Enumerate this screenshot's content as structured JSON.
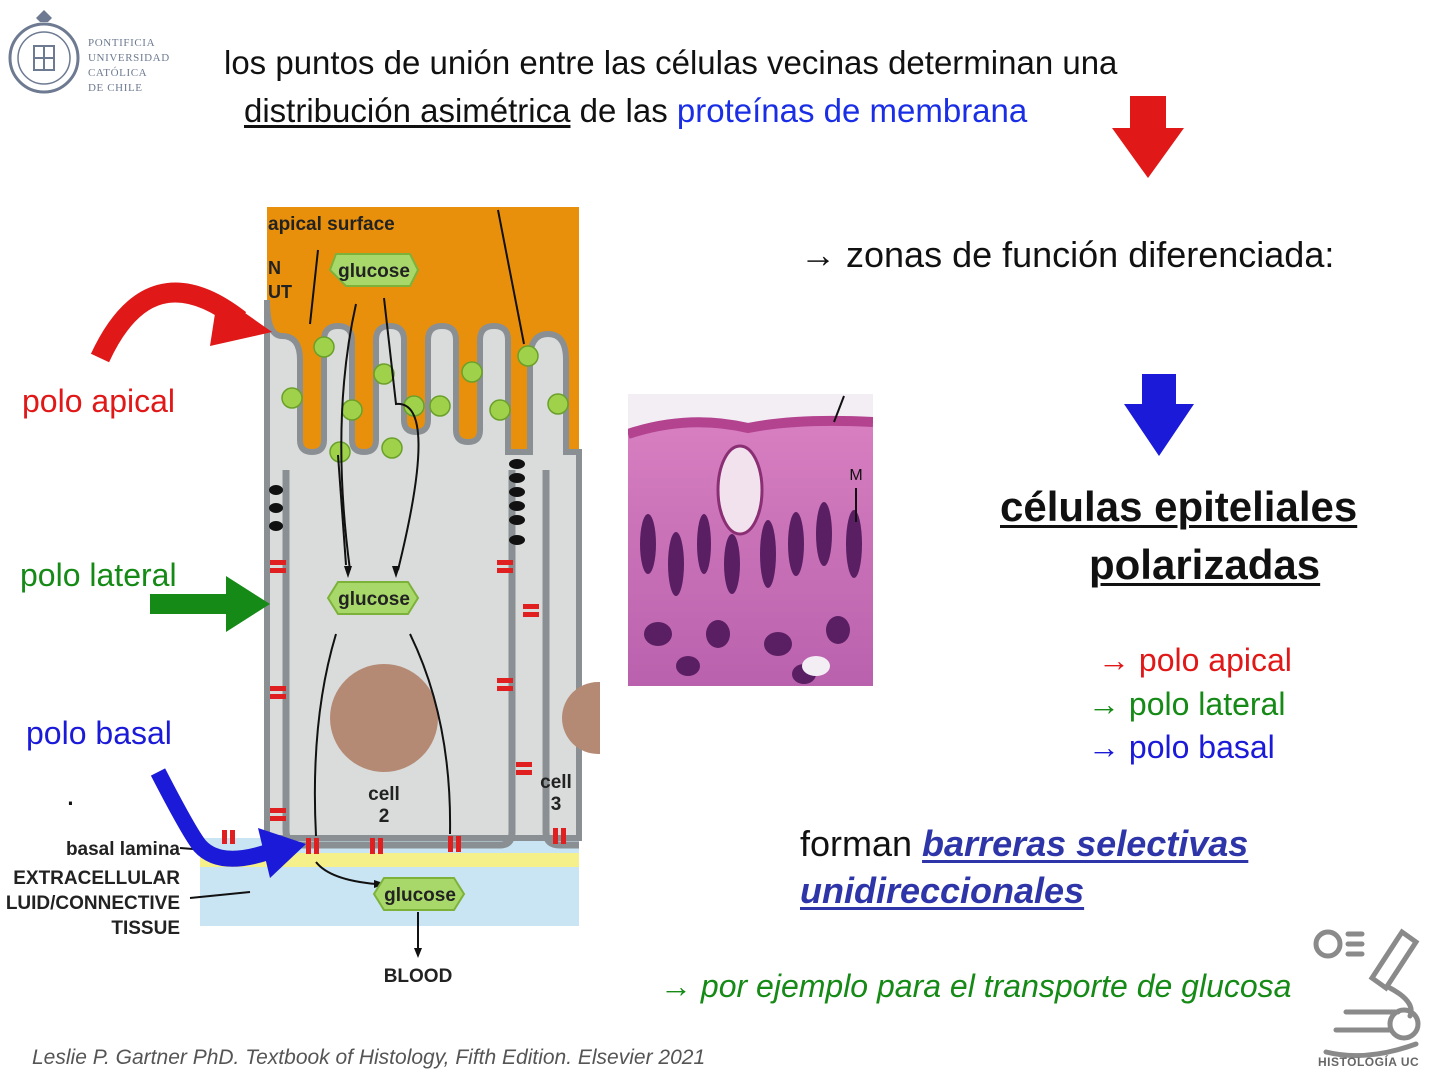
{
  "logo": {
    "lines": [
      "PONTIFICIA",
      "UNIVERSIDAD",
      "CATÓLICA",
      "DE CHILE"
    ],
    "icon": "university-seal-icon"
  },
  "title": {
    "line1": "los puntos de unión entre las células vecinas determinan una",
    "line2_underlined": "distribución asimétrica",
    "line2_mid": " de las ",
    "line2_blue": "proteínas de membrana"
  },
  "left_labels": {
    "apical": "polo apical",
    "lateral": "polo lateral",
    "basal": "polo basal",
    "dot": "."
  },
  "diagram": {
    "apical_surface": "apical surface",
    "lumen_fragment_1": "N",
    "lumen_fragment_2": "UT",
    "glucose_top": "glucose",
    "glucose_mid": "glucose",
    "glucose_bottom": "glucose",
    "cell2_line1": "cell",
    "cell2_line2": "2",
    "cell3_line1": "cell",
    "cell3_line2": "3",
    "basal_lamina": "basal lamina",
    "ecf_line1": "EXTRACELLULAR",
    "ecf_line2": "LUID/CONNECTIVE",
    "ecf_line3": "TISSUE",
    "blood": "BLOOD"
  },
  "micrograph": {
    "label": "M",
    "icon": "histology-micrograph-image"
  },
  "right": {
    "zonas": "→ zonas de función diferenciada:",
    "celulas_line1": "células epiteliales",
    "celulas_line2": "polarizadas",
    "sub_apical": "→ polo apical",
    "sub_lateral": "→ polo lateral",
    "sub_basal": "→ polo basal",
    "forman_prefix": "forman ",
    "forman_em1": "barreras selectivas",
    "forman_em2": "unidireccionales",
    "ejemplo": "→ por ejemplo para el transporte de glucosa"
  },
  "footer": {
    "citation": "Leslie P. Gartner PhD. Textbook of Histology, Fifth Edition. Elsevier 2021",
    "brand": "HISTOLOGÍA UC",
    "brand_icon": "microscope-icon"
  },
  "colors": {
    "red": "#e01818",
    "green": "#168a16",
    "blue": "#1a1ad8",
    "lumen": "#e8900c",
    "cytoplasm": "#d9dcdb",
    "membrane": "#8a8f93",
    "ecf": "#c9e4f2",
    "basal_lamina": "#f6f08a"
  }
}
